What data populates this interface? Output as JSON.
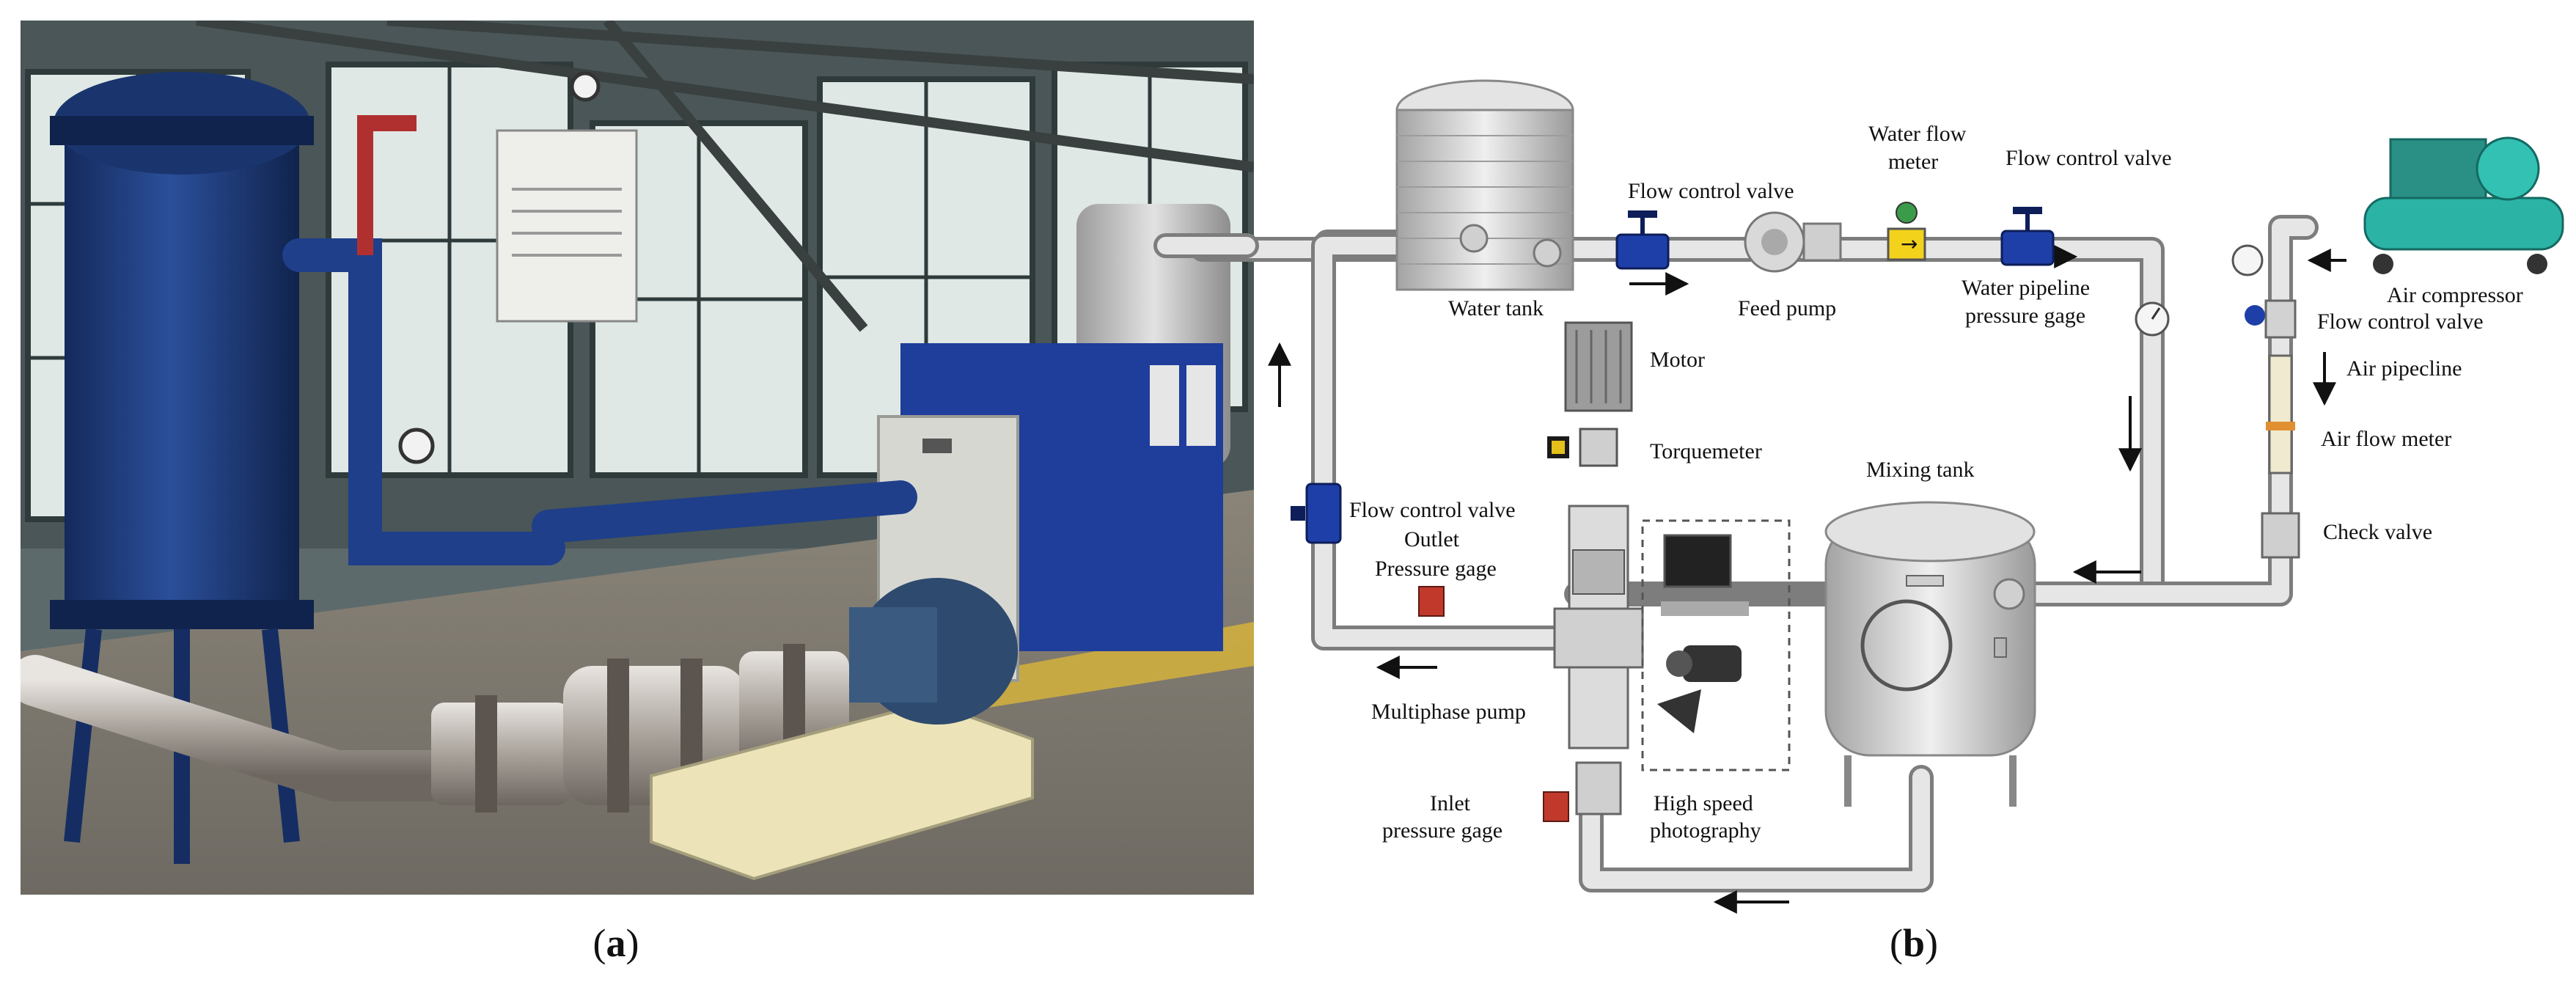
{
  "panel_a": {
    "description_hidden": "",
    "caption": {
      "open": "(",
      "letter": "a",
      "close": ")"
    }
  },
  "panel_b": {
    "caption": {
      "open": "(",
      "letter": "b",
      "close": ")"
    },
    "labels": {
      "water_tank": "Water tank",
      "flow_control_valve_top_left": "Flow control valve",
      "feed_pump": "Feed pump",
      "water_flow_meter_line1": "Water flow",
      "water_flow_meter_line2": "meter",
      "flow_control_valve_top_right": "Flow control valve",
      "water_pipeline_pressure_line1": "Water pipeline",
      "water_pipeline_pressure_line2": "pressure gage",
      "air_compressor": "Air compressor",
      "flow_control_valve_air": "Flow control valve",
      "air_pipeline": "Air pipecline",
      "air_flow_meter": "Air flow meter",
      "check_valve": "Check valve",
      "motor": "Motor",
      "torquemeter": "Torquemeter",
      "mixing_tank": "Mixing tank",
      "flow_control_valve_left": "Flow control valve",
      "outlet_pressure_line1": "Outlet",
      "outlet_pressure_line2": "Pressure gage",
      "multiphase_pump": "Multiphase pump",
      "inlet_pressure_line1": "Inlet",
      "inlet_pressure_line2": "pressure gage",
      "high_speed_line1": "High speed",
      "high_speed_line2": "photography"
    }
  },
  "colors": {
    "pipe": "#d9d9d9",
    "pipe_edge": "#8c8c8c",
    "valve_blue": "#1f3fa8",
    "meter_yellow": "#f2d21b",
    "gauge_red": "#c0392b",
    "compressor_teal": "#2bb3a6",
    "photo_vessel": "#1e3a7a",
    "photo_floor": "#8f8a80",
    "photo_window": "#cfd8d6"
  }
}
